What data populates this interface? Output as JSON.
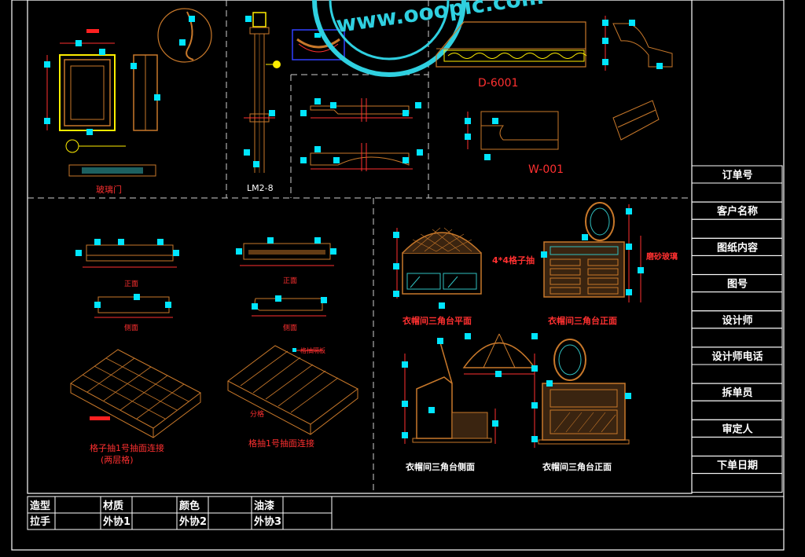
{
  "watermark": "www.ooopic.com",
  "codes": {
    "d6001": "D-6001",
    "w001": "W-001",
    "lm28": "LM2-8"
  },
  "captions": {
    "glass_door": "玻璃门",
    "drawer_grid": "格子抽1号抽面连接",
    "drawer_grid_sub": "(两层格)",
    "drawer_slot": "格抽1号抽面连接",
    "dresser_plan": "衣帽间三角台平面",
    "dresser_front": "衣帽间三角台正面",
    "dresser_side": "衣帽间三角台侧面",
    "dresser_elev": "衣帽间三角台正面",
    "grid_label": "4*4格子抽",
    "glass_label": "磨砂玻璃",
    "small_a": "正面",
    "small_b": "侧面",
    "small_c": "正面",
    "small_d": "侧面",
    "small_e": "分格",
    "slot_note": "格抽隔板"
  },
  "title_block": [
    "订单号",
    "客户名称",
    "图纸内容",
    "图号",
    "设计师",
    "设计师电话",
    "拆单员",
    "审定人",
    "下单日期"
  ],
  "bottom_table": {
    "row1": [
      "造型",
      "",
      "材质",
      "",
      "颜色",
      "",
      "油漆",
      ""
    ],
    "row2": [
      "拉手",
      "",
      "外协1",
      "",
      "外协2",
      "",
      "外协3",
      ""
    ]
  },
  "colors": {
    "frame": "#ffffff",
    "wood": "#c8782a",
    "dim": "#00e5ff",
    "accent": "#ff2020",
    "glass": "#30c0c0"
  }
}
